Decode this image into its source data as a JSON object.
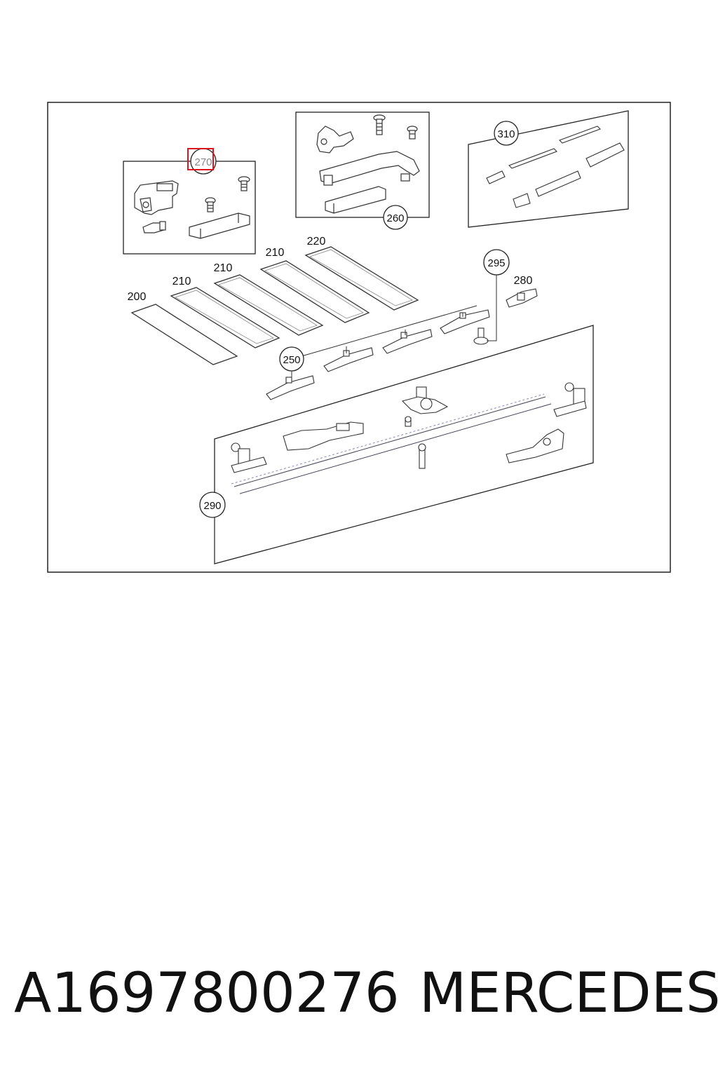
{
  "callouts": {
    "c270": "270",
    "c260": "260",
    "c310": "310",
    "c295": "295",
    "c250": "250",
    "c290": "290"
  },
  "labels": {
    "l200": "200",
    "l210a": "210",
    "l210b": "210",
    "l210c": "210",
    "l220": "220",
    "l280": "280"
  },
  "highlight_color": "#e0141e",
  "footer": {
    "part_number": "A1697800276",
    "brand": "MERCEDES"
  }
}
